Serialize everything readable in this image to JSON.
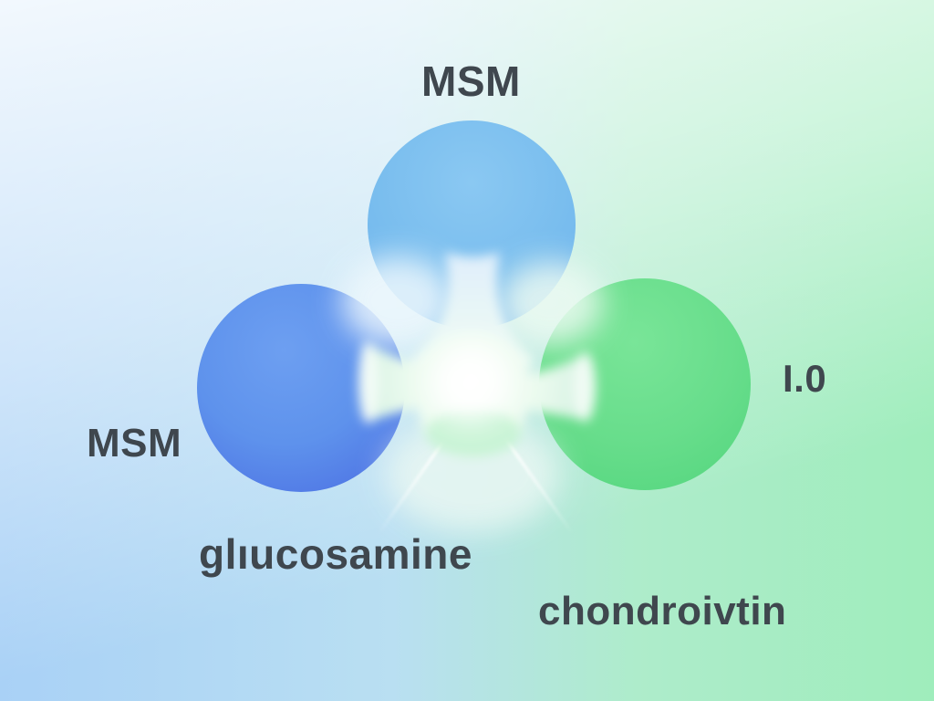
{
  "illustration": {
    "labels": {
      "top_node": "MSM",
      "left_node": "MSM",
      "bottom_left": "glıucosamine",
      "bottom_right": "chondroivtin",
      "right_value": "I.0"
    },
    "colors": {
      "top_circle": "#7fc3f0",
      "left_circle": "#5e95ee",
      "left_circle_deep": "#4a6ce2",
      "right_circle": "#6fe08f",
      "right_circle_deep": "#52d57d",
      "background_top_left": "#f2f8fb",
      "background_bottom_left": "#a8d2f5",
      "background_top_right": "#d4f5e0",
      "background_bottom_right": "#9fedbc",
      "hub_glow": "#effdf3",
      "label_text": "#3f474e"
    }
  }
}
